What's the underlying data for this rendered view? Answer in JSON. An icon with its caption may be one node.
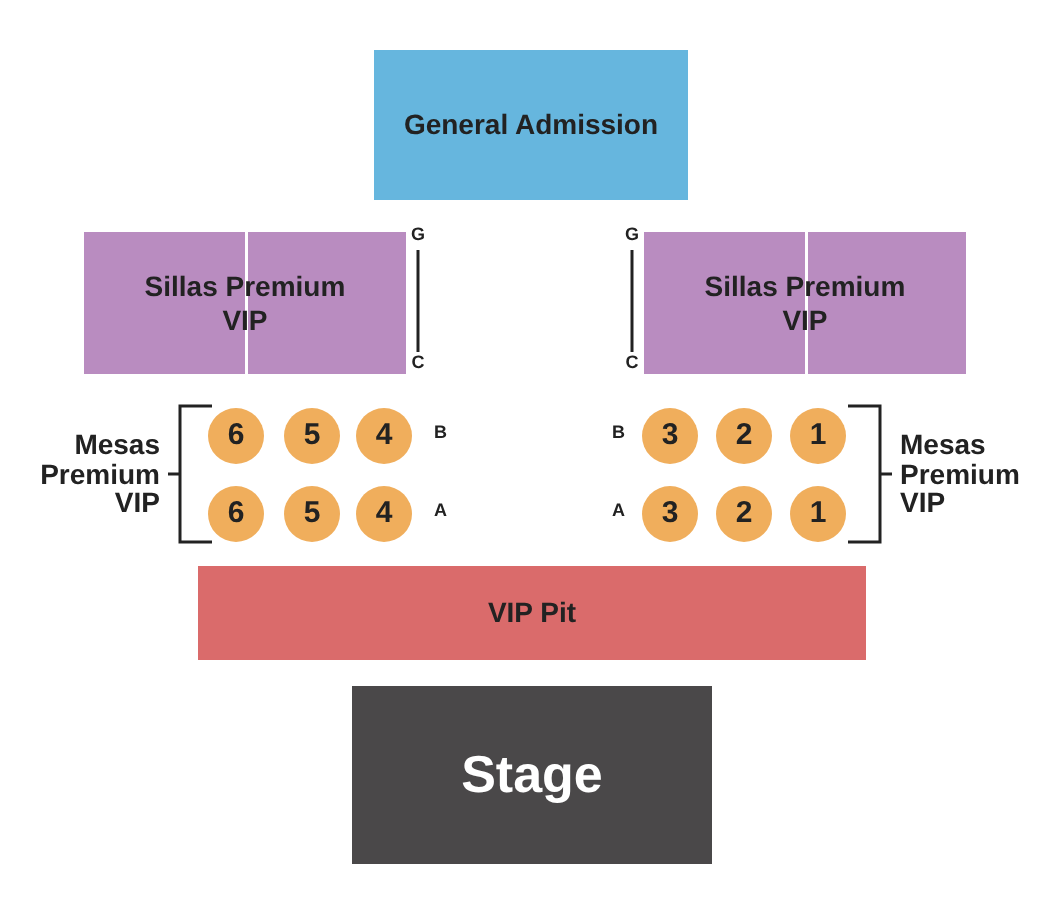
{
  "diagram": {
    "nodes": [
      {
        "text": [
          "General Admission"
        ]
      },
      {
        "text": [
          "Sillas Premium VIP"
        ]
      },
      {
        "text": [
          "Sillas Premium VIP"
        ]
      },
      {
        "text": [
          "6"
        ]
      },
      {
        "text": [
          "5"
        ]
      },
      {
        "text": [
          "4"
        ]
      },
      {
        "text": [
          "3"
        ]
      },
      {
        "text": [
          "2"
        ]
      },
      {
        "text": [
          "1"
        ]
      },
      {
        "text": [
          "6"
        ]
      },
      {
        "text": [
          "5"
        ]
      },
      {
        "text": [
          "4"
        ]
      },
      {
        "text": [
          "3"
        ]
      },
      {
        "text": [
          "2"
        ]
      },
      {
        "text": [
          "1"
        ]
      },
      {
        "text": [
          "VIP Pit"
        ]
      },
      {
        "text": [
          "Stage"
        ]
      }
    ],
    "labels": [
      "G",
      "G",
      "C",
      "C",
      "Mesas Premium VIP",
      "B",
      "B",
      "Mesas Premium VIP",
      "A",
      "A"
    ]
  }
}
